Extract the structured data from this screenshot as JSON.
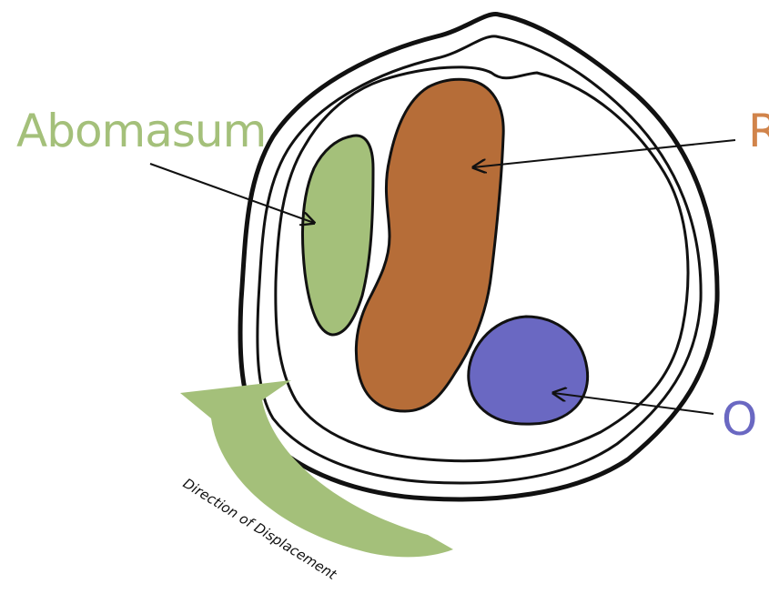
{
  "labels": {
    "abomasum": "Abomasum",
    "rumen_partial": "R",
    "omasum_partial": "O",
    "direction": "Direction of Displacement"
  },
  "colors": {
    "abomasum": "#a4c07a",
    "rumen": "#b66d38",
    "omasum": "#6a68c2",
    "arrow": "#a4c07a",
    "outline": "#111111",
    "abomasum_text": "#a4c07a",
    "rumen_text": "#d1844b",
    "omasum_text": "#6a68c2"
  },
  "icons": {
    "displacement_arrow": "curved-arrow-icon"
  }
}
